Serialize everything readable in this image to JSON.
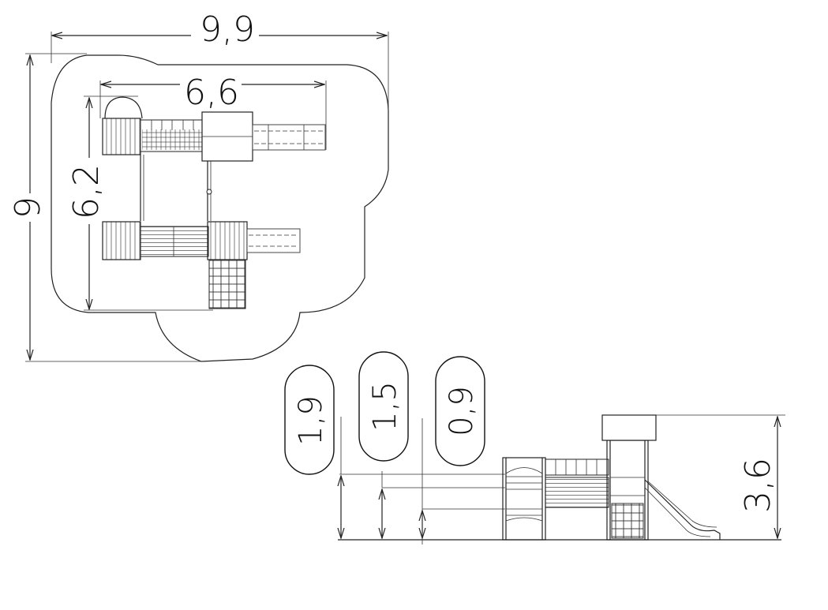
{
  "plan_view": {
    "overall_width": "9,9",
    "overall_depth": "9",
    "structure_width": "6,6",
    "structure_depth": "6,2"
  },
  "side_view": {
    "platform_heights": [
      "1,9",
      "1,5",
      "0,9"
    ],
    "total_height": "3,6"
  }
}
